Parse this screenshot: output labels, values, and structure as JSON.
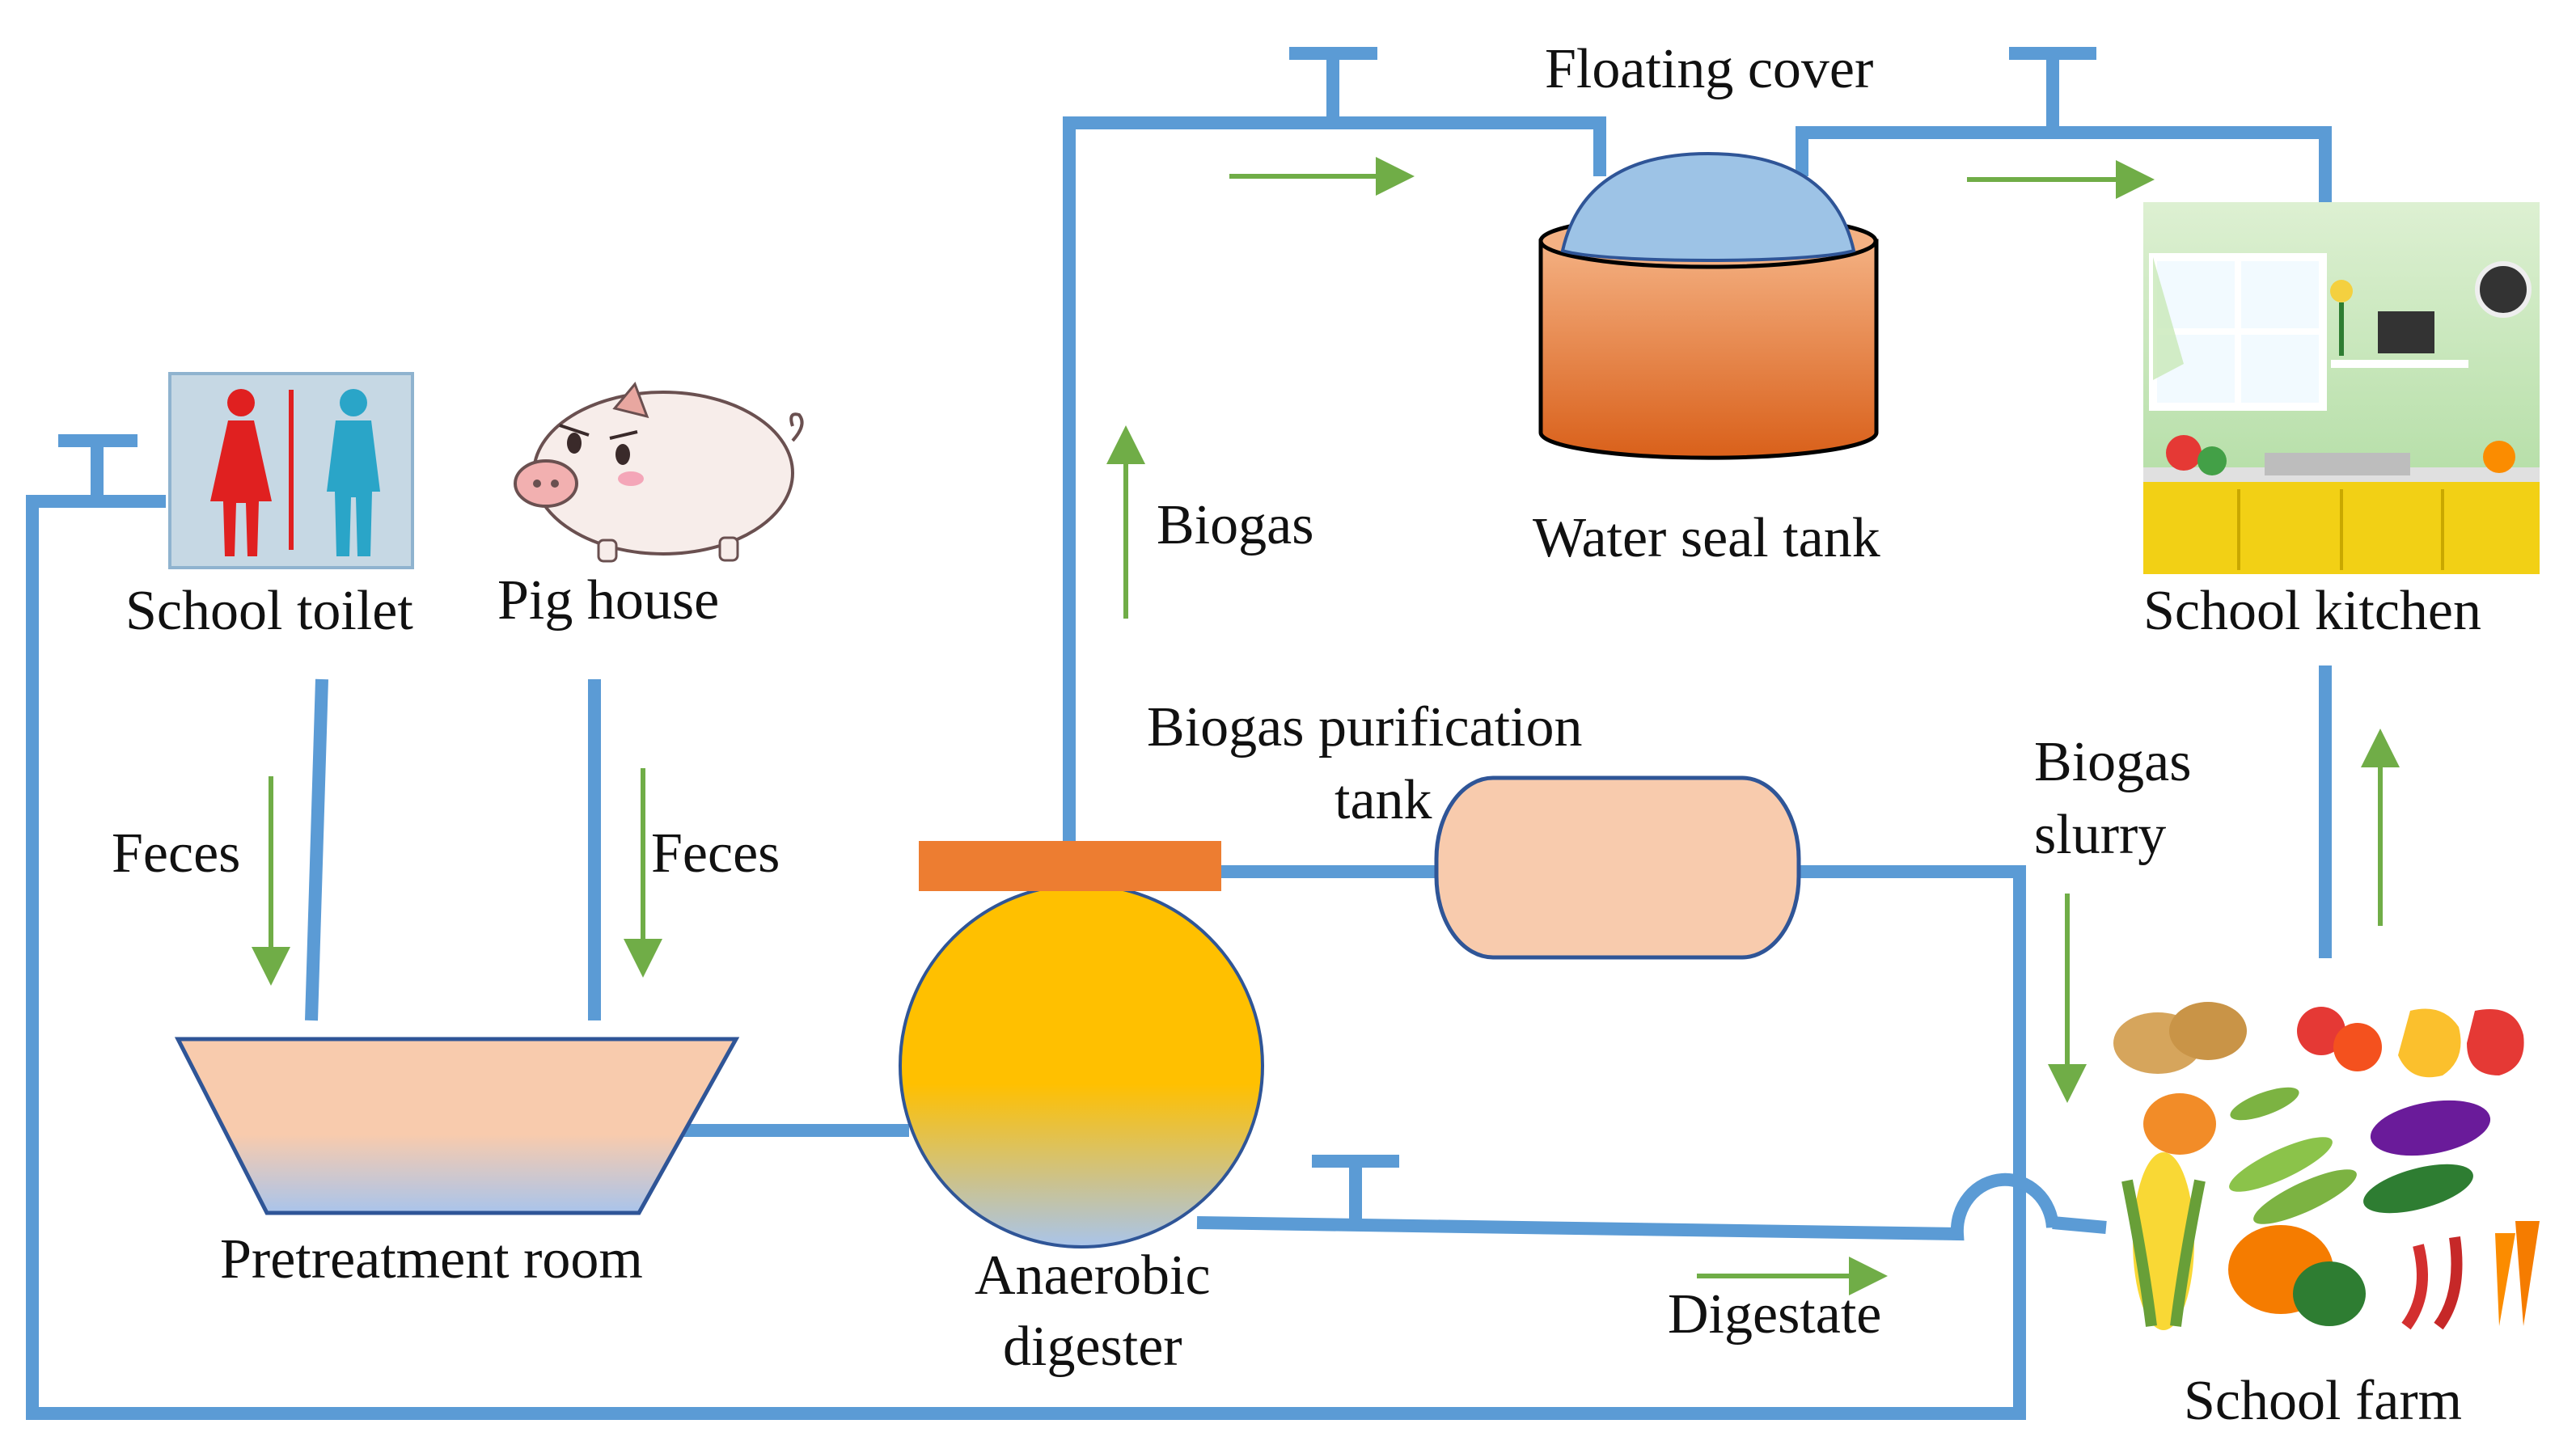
{
  "diagram": {
    "labels": {
      "floating_cover": "Floating cover",
      "water_seal_tank": "Water seal tank",
      "school_kitchen": "School kitchen",
      "school_toilet": "School toilet",
      "pig_house": "Pig house",
      "biogas": "Biogas",
      "biogas_purification_line1": "Biogas  purification",
      "biogas_purification_line2": "tank",
      "biogas_slurry_line1": "Biogas",
      "biogas_slurry_line2": "slurry",
      "feces_left": "Feces",
      "feces_right": "Feces",
      "pretreatment_room": "Pretreatment  room",
      "anaerobic_line1": "Anaerobic",
      "anaerobic_line2": "digester",
      "digestate": "Digestate",
      "school_farm": "School  farm"
    },
    "colors": {
      "pipe": "#5B9BD5",
      "arrow": "#70AD47",
      "digester_top": "#FFC000",
      "digester_bottom": "#A9C4EB",
      "digester_lid": "#ED7D31",
      "tank": "#E97A33",
      "cover": "#9DC3E6",
      "purification_tank": "#F8CBAD",
      "outline": "#2F5597"
    },
    "icons": [
      "toilet-sign-icon",
      "pig-icon",
      "kitchen-picture",
      "vegetables-picture"
    ]
  }
}
